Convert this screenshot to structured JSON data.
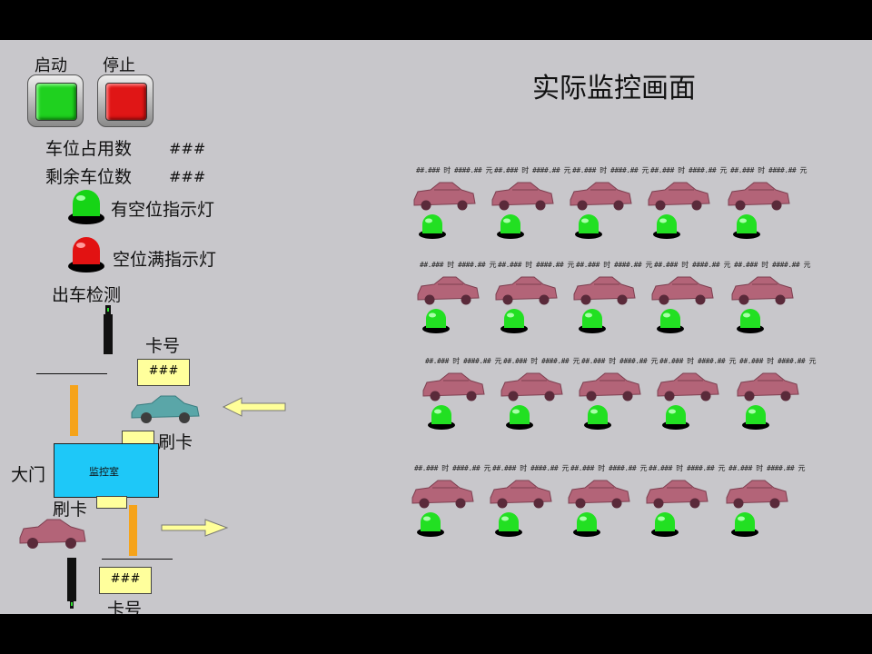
{
  "controls": {
    "start_label": "启动",
    "stop_label": "停止"
  },
  "title": "实际监控画面",
  "stats": {
    "occupied_label": "车位占用数",
    "occupied_value": "###",
    "remaining_label": "剩余车位数",
    "remaining_value": "###"
  },
  "legend": {
    "available_label": "有空位指示灯",
    "full_label": "空位满指示灯"
  },
  "entrance": {
    "exit_detect_label": "出车检测",
    "card_no_label": "卡号",
    "card_no_value": "###",
    "swipe_label": "刷卡",
    "gate_label": "大门",
    "control_room_label": "监控室"
  },
  "exit": {
    "swipe_label": "刷卡",
    "card_no_label": "卡号",
    "card_no_value": "###"
  },
  "slots": {
    "info_text": "##.### 时 ####.## 元",
    "lamp_color": "#22e022",
    "car_color": "#b36478"
  },
  "colors": {
    "control_room": "#1ec8f8",
    "gate_bar": "#f5a31a",
    "card_box": "#ffff9c",
    "entering_car": "#5aa6a8"
  }
}
